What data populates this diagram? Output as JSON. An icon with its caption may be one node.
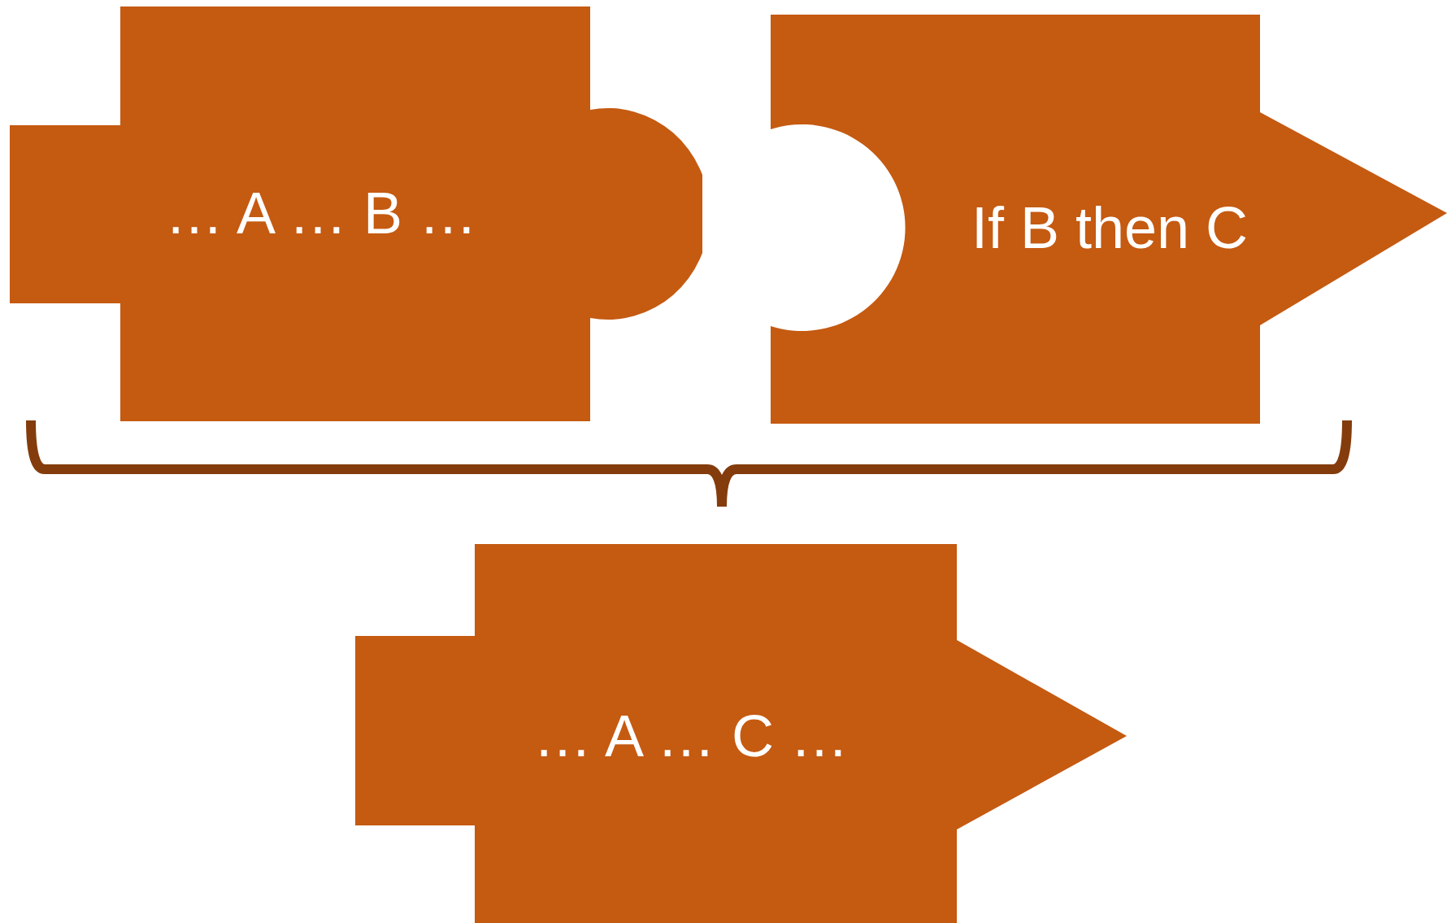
{
  "diagram": {
    "nodes": [
      {
        "text": [
          "… A … B …"
        ]
      },
      {
        "text": [
          "If B then C"
        ]
      },
      {
        "text": [
          "… A … C …"
        ]
      }
    ],
    "edges": []
  }
}
